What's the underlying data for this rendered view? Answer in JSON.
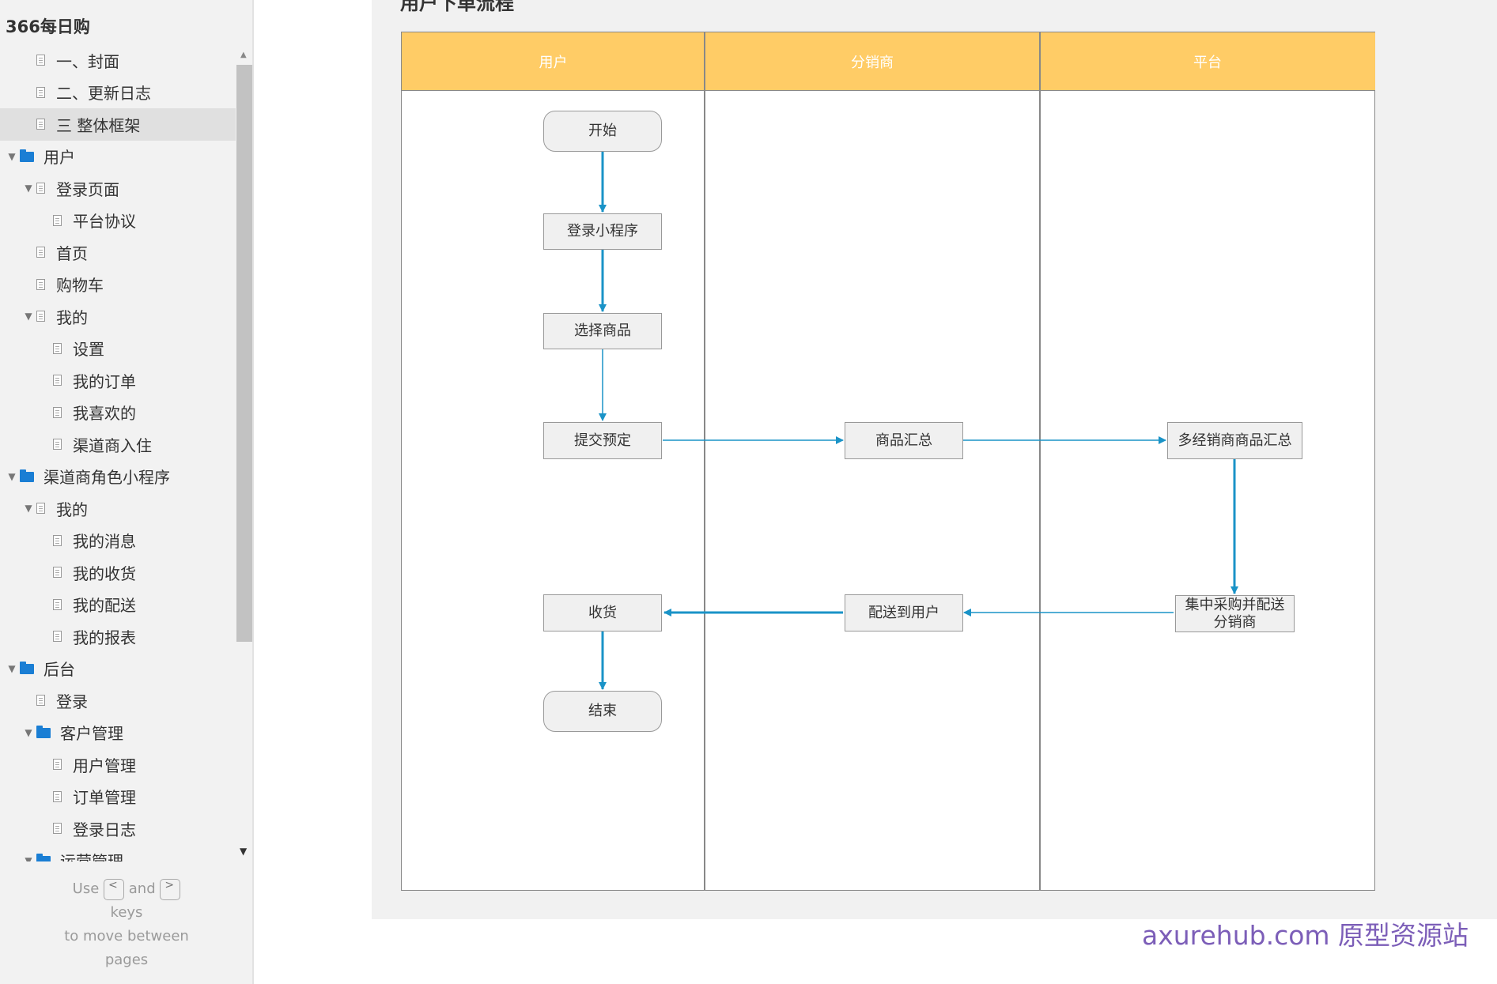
{
  "sidebar": {
    "title": "366每日购",
    "tree": [
      {
        "label": "一、封面",
        "type": "doc",
        "level": 1,
        "caret": ""
      },
      {
        "label": "二、更新日志",
        "type": "doc",
        "level": 1,
        "caret": ""
      },
      {
        "label": "三 整体框架",
        "type": "doc",
        "level": 1,
        "caret": "",
        "selected": true
      },
      {
        "label": "用户",
        "type": "folder",
        "level": 0,
        "caret": "▼"
      },
      {
        "label": "登录页面",
        "type": "doc",
        "level": 1,
        "caret": "▼"
      },
      {
        "label": "平台协议",
        "type": "doc",
        "level": 2,
        "caret": ""
      },
      {
        "label": "首页",
        "type": "doc",
        "level": 1,
        "caret": ""
      },
      {
        "label": "购物车",
        "type": "doc",
        "level": 1,
        "caret": ""
      },
      {
        "label": "我的",
        "type": "doc",
        "level": 1,
        "caret": "▼"
      },
      {
        "label": "设置",
        "type": "doc",
        "level": 2,
        "caret": ""
      },
      {
        "label": "我的订单",
        "type": "doc",
        "level": 2,
        "caret": ""
      },
      {
        "label": "我喜欢的",
        "type": "doc",
        "level": 2,
        "caret": ""
      },
      {
        "label": "渠道商入住",
        "type": "doc",
        "level": 2,
        "caret": ""
      },
      {
        "label": "渠道商角色小程序",
        "type": "folder",
        "level": 0,
        "caret": "▼"
      },
      {
        "label": "我的",
        "type": "doc",
        "level": 1,
        "caret": "▼"
      },
      {
        "label": "我的消息",
        "type": "doc",
        "level": 2,
        "caret": ""
      },
      {
        "label": "我的收货",
        "type": "doc",
        "level": 2,
        "caret": ""
      },
      {
        "label": "我的配送",
        "type": "doc",
        "level": 2,
        "caret": ""
      },
      {
        "label": "我的报表",
        "type": "doc",
        "level": 2,
        "caret": ""
      },
      {
        "label": "后台",
        "type": "folder",
        "level": 0,
        "caret": "▼"
      },
      {
        "label": "登录",
        "type": "doc",
        "level": 1,
        "caret": ""
      },
      {
        "label": "客户管理",
        "type": "folder",
        "level": 1,
        "caret": "▼"
      },
      {
        "label": "用户管理",
        "type": "doc",
        "level": 2,
        "caret": ""
      },
      {
        "label": "订单管理",
        "type": "doc",
        "level": 2,
        "caret": ""
      },
      {
        "label": "登录日志",
        "type": "doc",
        "level": 2,
        "caret": ""
      },
      {
        "label": "运营管理",
        "type": "folder",
        "level": 1,
        "caret": "▼"
      }
    ],
    "hint": {
      "use": "Use",
      "and": "and",
      "keys": "keys",
      "line2": "to move between",
      "line3": "pages",
      "prev_key": "<",
      "next_key": ">"
    }
  },
  "main": {
    "heading": "用户下单流程",
    "lanes": [
      "用户",
      "分销商",
      "平台"
    ],
    "nodes": {
      "start": "开始",
      "login": "登录小程序",
      "select": "选择商品",
      "submit": "提交预定",
      "summary": "商品汇总",
      "multi_summary": "多经销商商品汇总",
      "purchase": "集中采购并配送分销商",
      "deliver": "配送到用户",
      "receive": "收货",
      "end": "结束"
    }
  },
  "colors": {
    "lane_header": "#ffcc66",
    "arrow": "#1a93c7",
    "watermark": "#7c5eb8"
  },
  "watermark": "axurehub.com 原型资源站"
}
